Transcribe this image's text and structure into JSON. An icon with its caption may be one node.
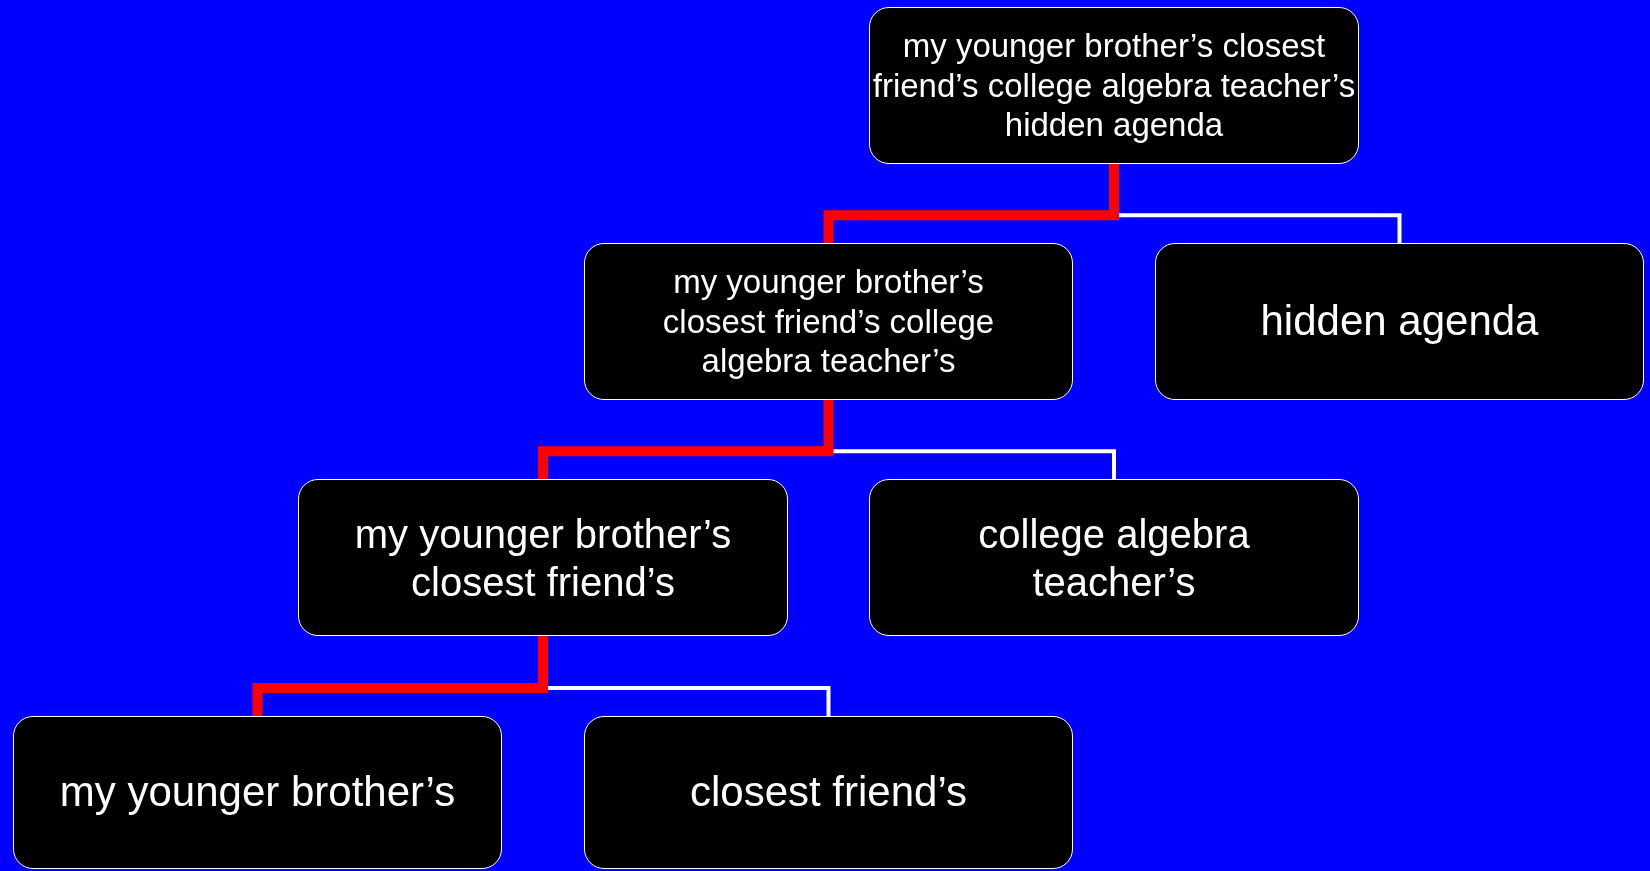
{
  "diagram": {
    "nodes": [
      {
        "text": [
          "my younger brother’s closest friend’s college algebra teacher’s hidden agenda"
        ]
      },
      {
        "text": [
          "my younger brother’s closest friend’s college algebra teacher’s"
        ]
      },
      {
        "text": [
          "hidden agenda"
        ]
      },
      {
        "text": [
          "my younger brother’s closest friend’s"
        ]
      },
      {
        "text": [
          "college algebra teacher’s"
        ]
      },
      {
        "text": [
          "my younger brother’s"
        ]
      },
      {
        "text": [
          "closest friend’s"
        ]
      }
    ],
    "edges": [
      {
        "from": 0,
        "to": 2,
        "arrow": "none",
        "color": "#ffffff"
      },
      {
        "from": 0,
        "to": 1,
        "arrow": "none",
        "style": "thick",
        "color": "#ff0000"
      },
      {
        "from": 1,
        "to": 4,
        "arrow": "none",
        "color": "#ffffff"
      },
      {
        "from": 1,
        "to": 3,
        "arrow": "none",
        "style": "thick",
        "color": "#ff0000"
      },
      {
        "from": 3,
        "to": 6,
        "arrow": "none",
        "color": "#ffffff"
      },
      {
        "from": 3,
        "to": 5,
        "arrow": "none",
        "style": "thick",
        "color": "#ff0000"
      }
    ]
  }
}
